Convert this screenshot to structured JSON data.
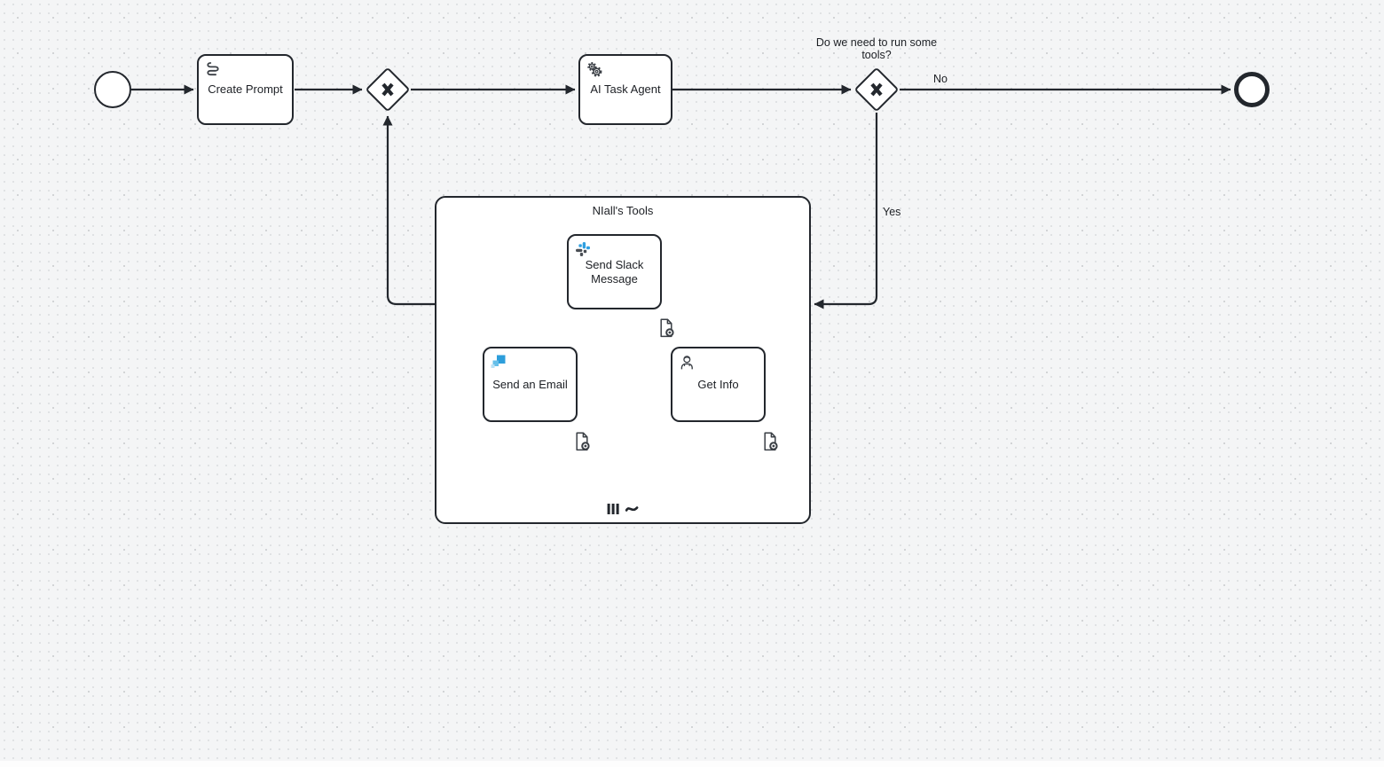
{
  "colors": {
    "background": "#f4f5f6",
    "grid_dot": "#dcdee0",
    "stroke": "#23272d",
    "node_fill": "#ffffff",
    "slack_blue": "#2f9fe0",
    "email_blue_dark": "#2d9edb",
    "email_blue_mid": "#66bfe9",
    "email_blue_light": "#b9e2f6"
  },
  "icons": {
    "create_prompt": "script-icon",
    "ai_task_agent": "gears-icon",
    "send_slack": "slack-icon",
    "send_email": "email-squares-icon",
    "get_info": "user-icon",
    "tool_output": "document-eye-icon",
    "subprocess_markers": "multi-instance-and-adhoc"
  },
  "labels": {
    "create_prompt": "Create Prompt",
    "ai_task_agent": "AI Task Agent",
    "gateway_question": "Do we need to run some tools?",
    "edge_no": "No",
    "edge_yes": "Yes",
    "subprocess_title": "NIall's Tools",
    "send_slack": "Send Slack Message",
    "send_email": "Send an Email",
    "get_info": "Get Info",
    "adhoc_marker": "~"
  }
}
